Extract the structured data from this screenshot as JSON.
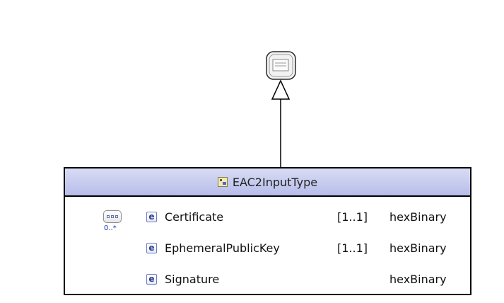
{
  "complex_type": {
    "name": "EAC2InputType"
  },
  "sequence": {
    "inner_occurs": "0..*"
  },
  "elements": [
    {
      "icon": "e",
      "name": "Certificate",
      "cardinality": "[1..1]",
      "type": "hexBinary"
    },
    {
      "icon": "e",
      "name": "EphemeralPublicKey",
      "cardinality": "[1..1]",
      "type": "hexBinary"
    },
    {
      "icon": "e",
      "name": "Signature",
      "cardinality": "",
      "type": "hexBinary"
    }
  ]
}
